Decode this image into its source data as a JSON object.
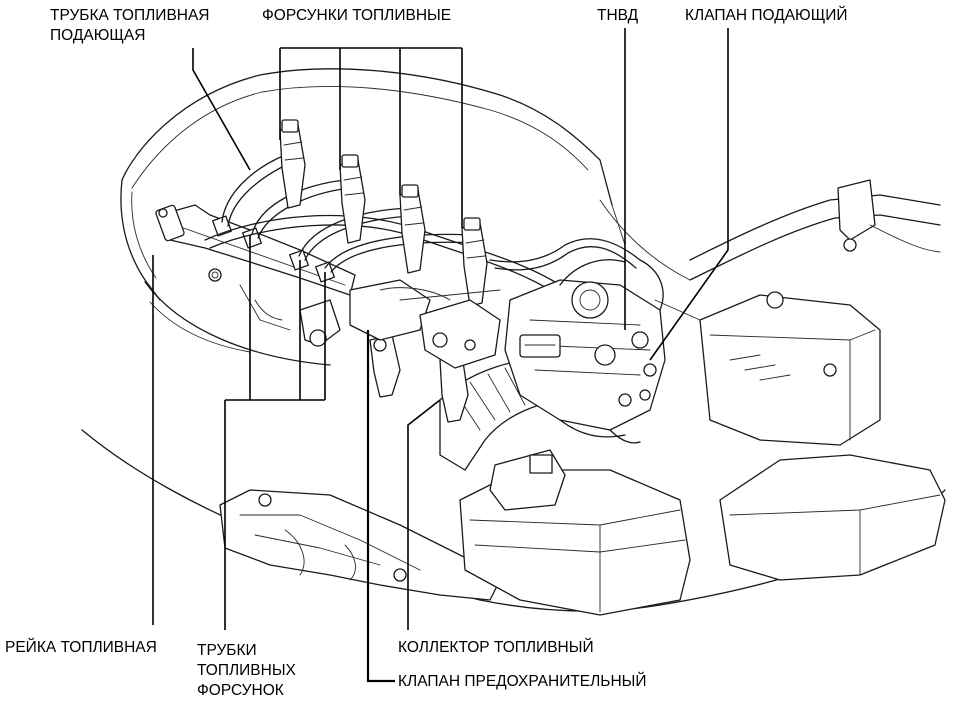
{
  "labels": {
    "fuel_supply_tube_line1": "ТРУБКА ТОПЛИВНАЯ",
    "fuel_supply_tube_line2": "ПОДАЮЩАЯ",
    "fuel_injectors": "ФОРСУНКИ ТОПЛИВНЫЕ",
    "hp_pump": "ТНВД",
    "supply_valve": "КЛАПАН ПОДАЮЩИЙ",
    "fuel_rail": "РЕЙКА ТОПЛИВНАЯ",
    "injector_tubes_line1": "ТРУБКИ",
    "injector_tubes_line2": "ТОПЛИВНЫХ",
    "injector_tubes_line3": "ФОРСУНОК",
    "fuel_manifold": "КОЛЛЕКТОР ТОПЛИВНЫЙ",
    "safety_valve": "КЛАПАН ПРЕДОХРАНИТЕЛЬНЫЙ"
  },
  "colors": {
    "line": "#000000",
    "background": "#ffffff"
  }
}
